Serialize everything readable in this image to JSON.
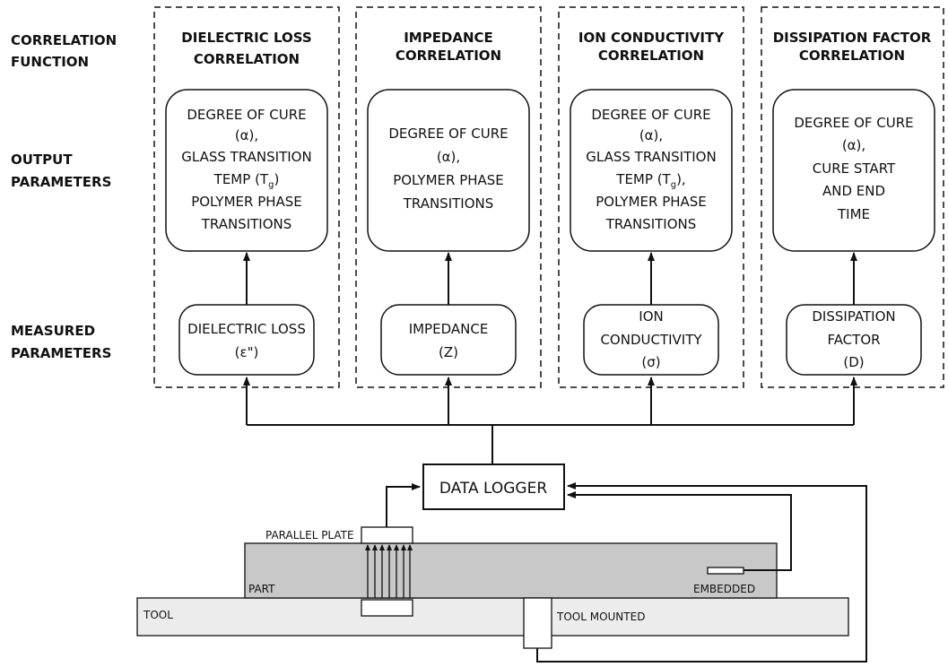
{
  "row_labels": {
    "correlation": [
      "CORRELATION",
      "FUNCTION"
    ],
    "output": [
      "OUTPUT",
      "PARAMETERS"
    ],
    "measured": [
      "MEASURED",
      "PARAMETERS"
    ]
  },
  "columns": [
    {
      "title": [
        "DIELECTRIC LOSS",
        "CORRELATION"
      ],
      "output": [
        "DEGREE OF CURE",
        "(α),",
        "GLASS TRANSITION",
        "TEMP (T",
        ")",
        "POLYMER PHASE",
        "TRANSITIONS"
      ],
      "measured": [
        "DIELECTRIC LOSS",
        "(ε\")"
      ]
    },
    {
      "title": [
        "IMPEDANCE",
        "CORRELATION"
      ],
      "output": [
        "DEGREE OF CURE",
        "(α),",
        "POLYMER PHASE",
        "TRANSITIONS"
      ],
      "measured": [
        "IMPEDANCE",
        "(Z)"
      ]
    },
    {
      "title": [
        "ION CONDUCTIVITY",
        "CORRELATION"
      ],
      "output": [
        "DEGREE OF CURE",
        "(α),",
        "GLASS TRANSITION",
        "TEMP (T",
        "),",
        "POLYMER PHASE",
        "TRANSITIONS"
      ],
      "measured": [
        "ION",
        "CONDUCTIVITY",
        "(σ)"
      ]
    },
    {
      "title": [
        "DISSIPATION FACTOR",
        "CORRELATION"
      ],
      "output": [
        "DEGREE OF CURE",
        "(α),",
        "CURE START",
        "AND END",
        "TIME"
      ],
      "measured": [
        "DISSIPATION",
        "FACTOR",
        "(D)"
      ]
    }
  ],
  "tg_subscript": "g",
  "data_logger": "DATA LOGGER",
  "setup": {
    "parallel_plate": "PARALLEL PLATE",
    "part": "PART",
    "tool": "TOOL",
    "embedded": "EMBEDDED",
    "tool_mounted": "TOOL MOUNTED"
  }
}
